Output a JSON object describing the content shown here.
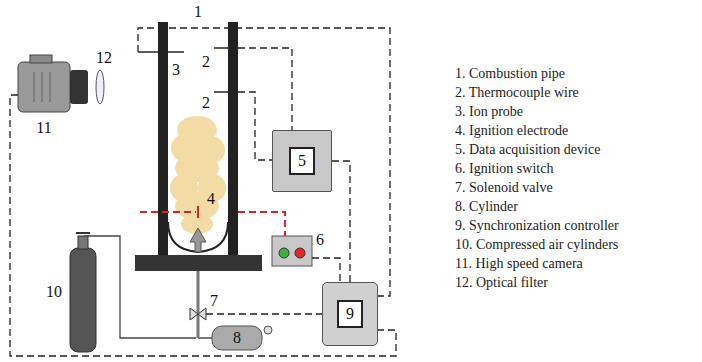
{
  "diagram": {
    "nodes": [
      {
        "text": [
          "5"
        ]
      },
      {
        "text": [
          "9"
        ]
      }
    ],
    "edges": [
      {
        "from": 0,
        "to": 1,
        "arrow": "none"
      }
    ],
    "labels": [
      "1",
      "2",
      "2",
      "3",
      "4",
      "6",
      "7",
      "8",
      "10",
      "11",
      "12",
      "1. Combustion pipe",
      "2. Thermocouple wire",
      "3. Ion probe",
      "4. Ignition electrode",
      "5. Data acquisition device",
      "6. Ignition switch",
      "7. Solenoid valve",
      "8. Cylinder",
      "9. Synchronization controller",
      "10. Compressed air cylinders",
      "11. High speed camera",
      "12. Optical filter"
    ]
  }
}
